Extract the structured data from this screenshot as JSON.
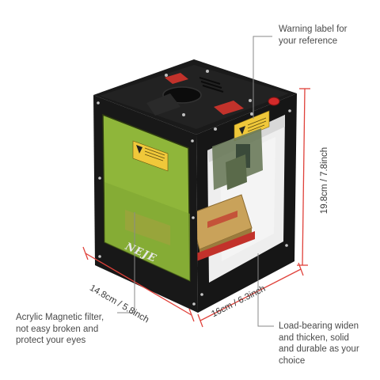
{
  "callouts": {
    "warning": "Warning label for\nyour reference",
    "filter": "Acrylic Magnetic filter,\nnot easy broken and\nprotect your eyes",
    "frame": "Load-bearing widen\nand thicken, solid\nand durable as your\nchoice"
  },
  "dimensions": {
    "height": "19.8cm / 7.8inch",
    "depth": "14.8cm / 5.8inch",
    "width": "16cm / 6.3inch"
  },
  "brand": "NEJE",
  "colors": {
    "frame": "#141414",
    "filter": "#8fb63a",
    "dimension_line": "#e0413a",
    "bed": "#c9a25a",
    "rail": "#c2322b",
    "button": "#d42a2a",
    "warning_label": "#f0c83a"
  }
}
